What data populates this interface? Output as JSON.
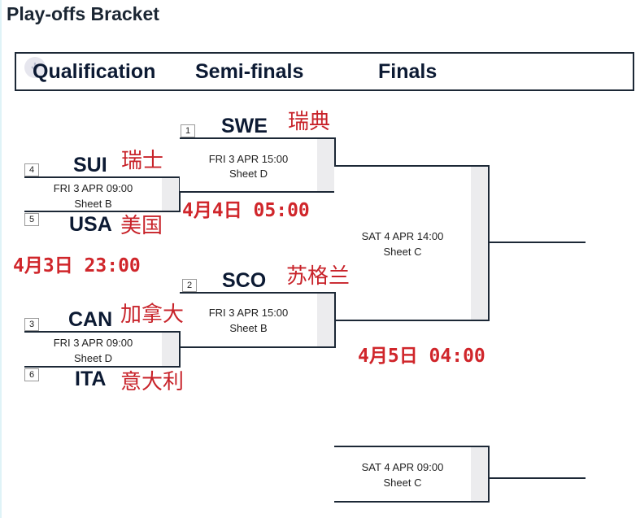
{
  "title": "Play-offs Bracket",
  "header": {
    "rounds": [
      "Qualification",
      "Semi-finals",
      "Finals"
    ],
    "icon": "download-icon"
  },
  "matches": {
    "q1": {
      "date": "FRI 3 APR 09:00",
      "sheet": "Sheet B",
      "top": {
        "seed": "4",
        "team": "SUI",
        "cn": "瑞士"
      },
      "bottom": {
        "seed": "5",
        "team": "USA",
        "cn": "美国"
      }
    },
    "q2": {
      "date": "FRI 3 APR 09:00",
      "sheet": "Sheet D",
      "top": {
        "seed": "3",
        "team": "CAN",
        "cn": "加拿大"
      },
      "bottom": {
        "seed": "6",
        "team": "ITA",
        "cn": "意大利"
      }
    },
    "s1": {
      "date": "FRI 3 APR 15:00",
      "sheet": "Sheet D",
      "top": {
        "seed": "1",
        "team": "SWE",
        "cn": "瑞典"
      }
    },
    "s2": {
      "date": "FRI 3 APR 15:00",
      "sheet": "Sheet B",
      "top": {
        "seed": "2",
        "team": "SCO",
        "cn": "苏格兰"
      }
    },
    "final": {
      "date": "SAT 4 APR 14:00",
      "sheet": "Sheet C"
    },
    "bronze": {
      "date": "SAT 4 APR 09:00",
      "sheet": "Sheet C"
    }
  },
  "annotations": {
    "semi1_local": "4月4日 05:00",
    "semi2_local": "4月3日 23:00",
    "final_local": "4月5日 04:00"
  },
  "colors": {
    "annotation": "#d0262b",
    "team": "#0c1a33",
    "line": "#1c2836"
  }
}
